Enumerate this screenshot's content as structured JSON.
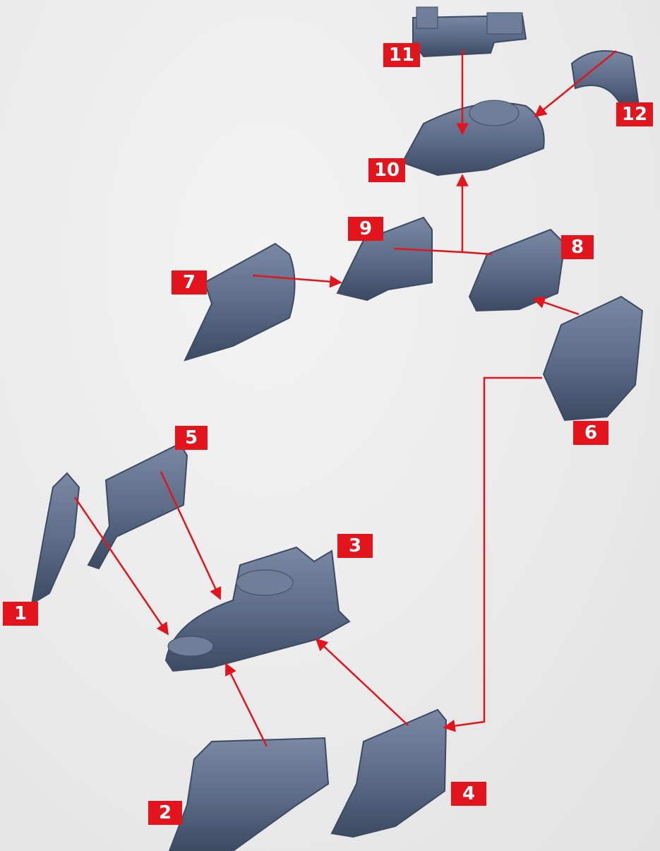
{
  "diagram": {
    "colors": {
      "part_fill": "#5d6e8a",
      "part_shadow": "#3c4a62",
      "part_highlight": "#8593ad",
      "arrow": "#e3141b",
      "callout_bg": "#e3141b",
      "callout_text": "#ffffff",
      "background": "#ececec"
    },
    "labels": {
      "p1": "1",
      "p2": "2",
      "p3": "3",
      "p4": "4",
      "p5": "5",
      "p6": "6",
      "p7": "7",
      "p8": "8",
      "p9": "9",
      "p10": "10",
      "p11": "11",
      "p12": "12"
    },
    "connections": [
      {
        "from": "11",
        "to": "10"
      },
      {
        "from": "12",
        "to": "10"
      },
      {
        "from": "9",
        "to": "10"
      },
      {
        "from": "8",
        "to": "10"
      },
      {
        "from": "7",
        "to": "9"
      },
      {
        "from": "6",
        "to": "8"
      },
      {
        "from": "6",
        "to": "4"
      },
      {
        "from": "1",
        "to": "3"
      },
      {
        "from": "5",
        "to": "3"
      },
      {
        "from": "2",
        "to": "3"
      },
      {
        "from": "4",
        "to": "3"
      }
    ]
  }
}
